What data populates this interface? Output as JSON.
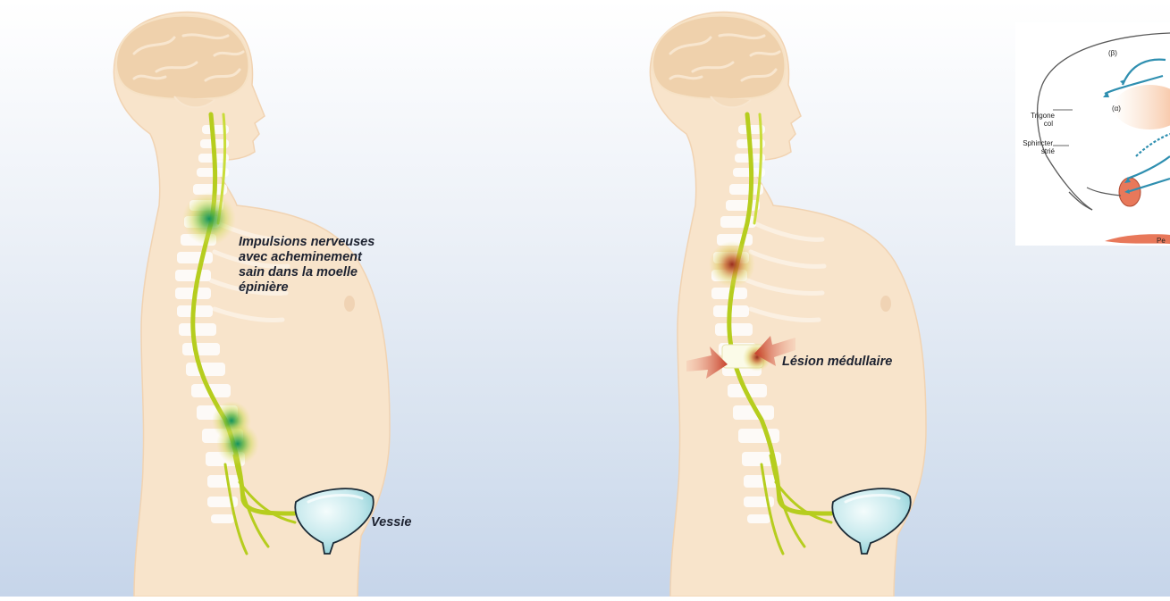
{
  "left_panel": {
    "impulse_label_lines": [
      "Impulsions nerveuses",
      "avec acheminement",
      "sain dans la moelle",
      "épinière"
    ],
    "bladder_label": "Vessie"
  },
  "right_panel": {
    "lesion_label": "Lésion médullaire"
  },
  "inset": {
    "beta_label": "(β)",
    "alpha_label": "(α)",
    "trigone_label": "Trigone",
    "col_label": "col",
    "sphincter_label": "Sphincter",
    "strie_label": "strié",
    "partial_label": "Pe"
  },
  "colors": {
    "skin": "#f8e4cb",
    "skin_edge": "#f1d3b2",
    "brain": "#efd1ac",
    "spine": "#ffffff",
    "nerve": "#b6cd1e",
    "healthy_glow": "#1f9a63",
    "lesion_glow": "#a8402a",
    "lesion_arrow": "#d0563d",
    "bladder": "#bfe6ea",
    "inset_arrow": "#2f8fb0",
    "inset_sphincter": "#e8785a"
  }
}
